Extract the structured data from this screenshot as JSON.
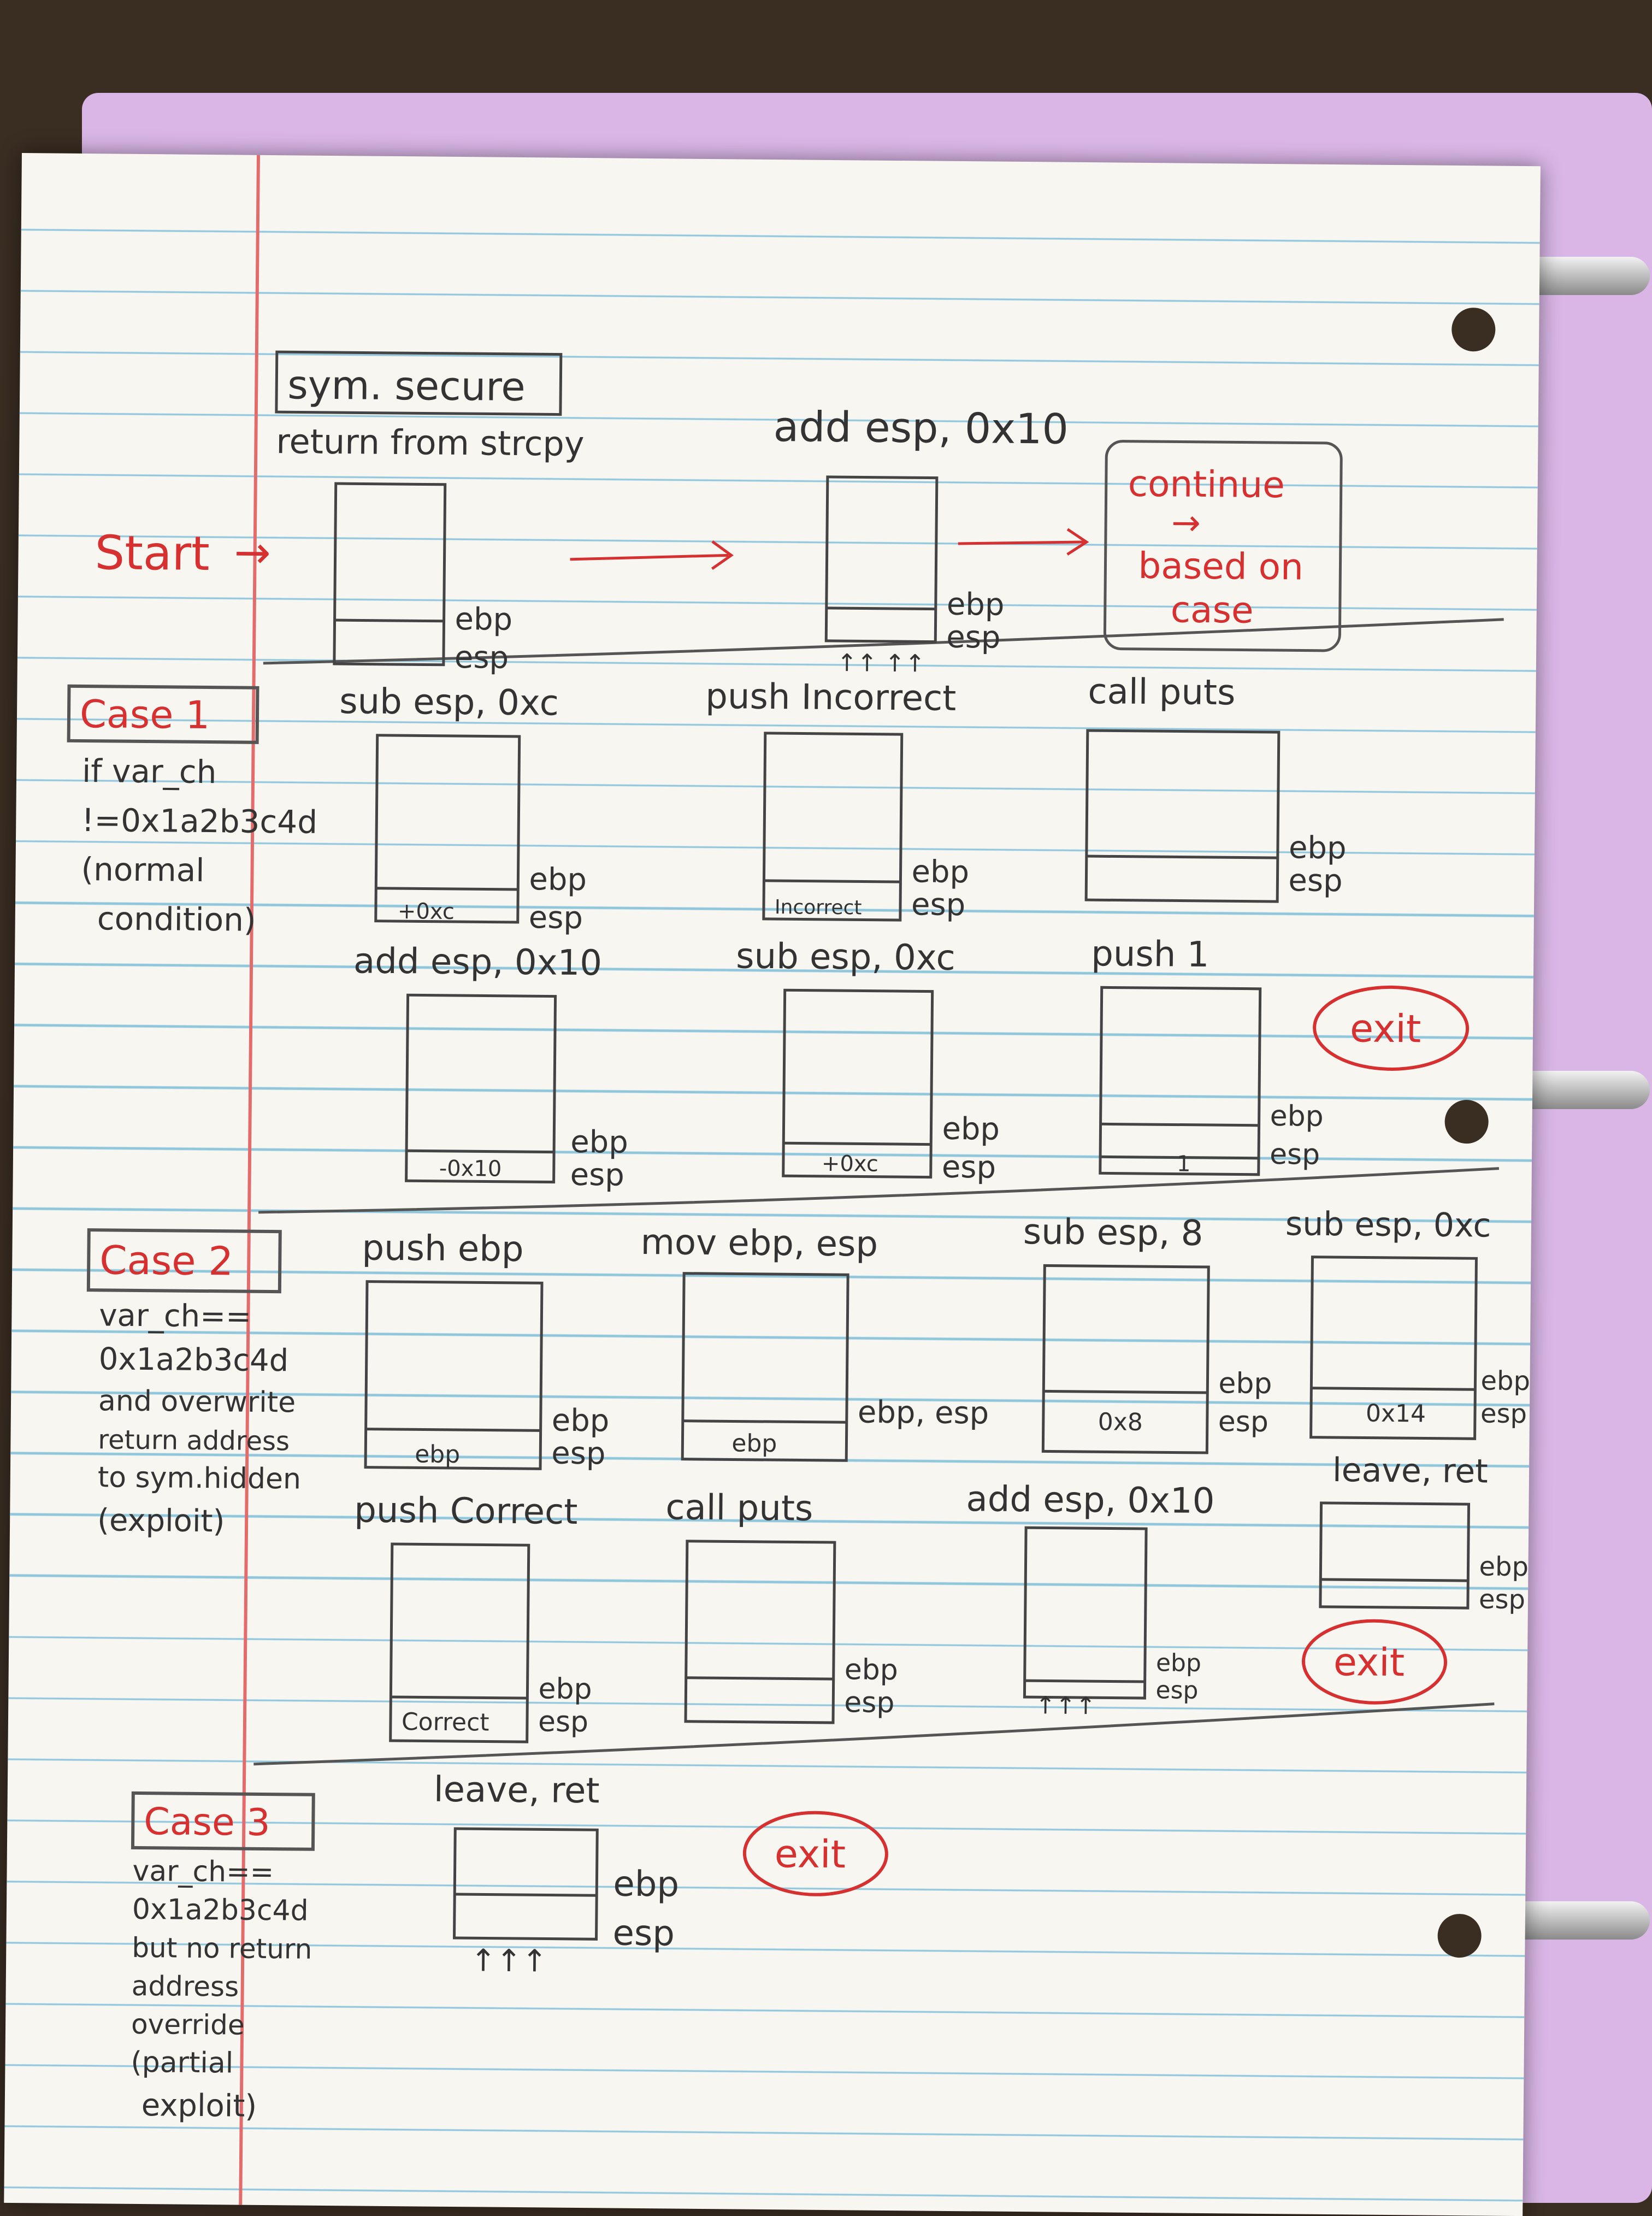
{
  "top": {
    "function_box": "sym. secure",
    "function_sub": "return from strcpy",
    "start": "Start",
    "add_esp": "add esp, 0x10",
    "continue_1": "continue",
    "continue_2": "based on",
    "continue_3": "case"
  },
  "regs": {
    "ebp": "ebp",
    "esp": "esp",
    "ebp_esp": "ebp, esp"
  },
  "case1": {
    "title": "Case 1",
    "desc": [
      "if var_ch",
      "!=0x1a2b3c4d",
      "(normal",
      "condition)"
    ],
    "steps": [
      "sub esp, 0xc",
      "push Incorrect",
      "call puts",
      "add esp, 0x10",
      "sub esp, 0xc",
      "push 1"
    ],
    "cells": [
      "+0xc",
      "Incorrect",
      "-0x10",
      "+0xc",
      "1"
    ],
    "exit": "exit"
  },
  "case2": {
    "title": "Case 2",
    "desc": [
      "var_ch==",
      "0x1a2b3c4d",
      "and overwrite",
      "return address",
      "to sym.hidden",
      "(exploit)"
    ],
    "steps": [
      "push ebp",
      "mov ebp, esp",
      "sub esp, 8",
      "sub esp, 0xc",
      "push Correct",
      "call puts",
      "add esp, 0x10",
      "leave, ret"
    ],
    "cells": [
      "ebp",
      "ebp",
      "0x8",
      "0x14",
      "Correct"
    ],
    "exit": "exit"
  },
  "case3": {
    "title": "Case 3",
    "desc": [
      "var_ch==",
      "0x1a2b3c4d",
      "but no return",
      "address",
      "override",
      "(partial",
      "exploit)"
    ],
    "steps": [
      "leave, ret"
    ],
    "exit": "exit"
  },
  "colors": {
    "pencil": "#333333",
    "red_pen": "#d63030",
    "paper": "#f7f6f1",
    "rule": "#8fc6dc",
    "margin": "#e46b6b"
  }
}
